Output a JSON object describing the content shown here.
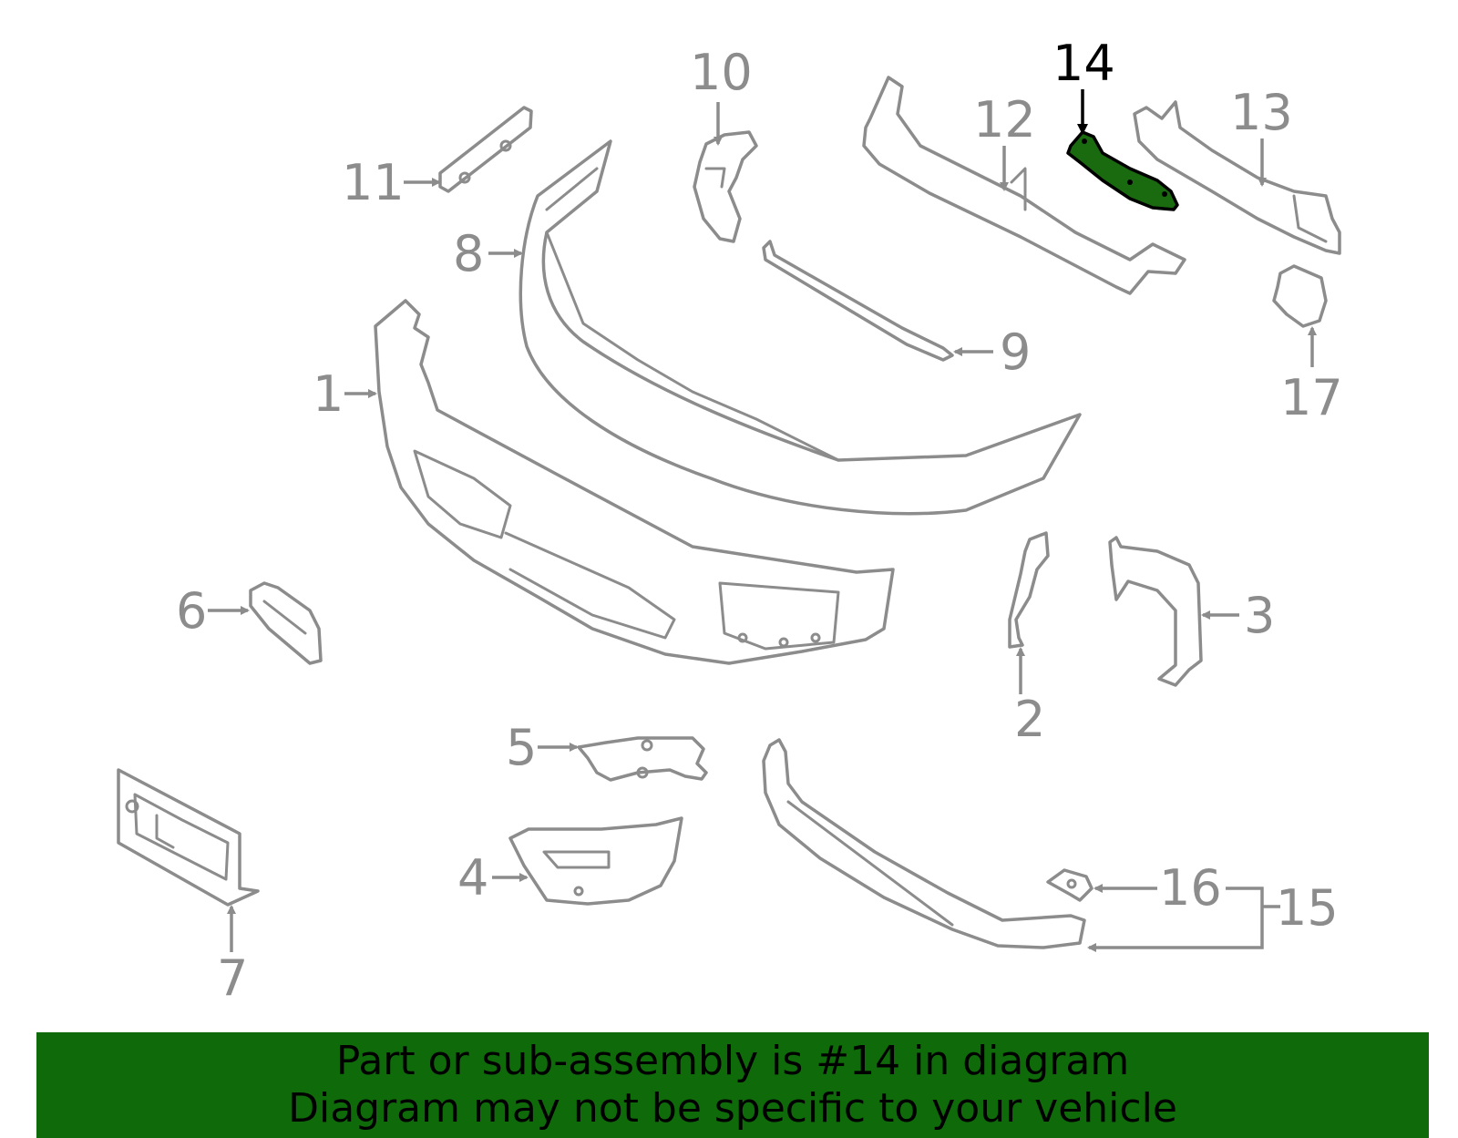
{
  "diagram": {
    "selected_callout": "14",
    "highlight_color": "#1a6b10",
    "part_line_color": "#8c8c8c",
    "callouts": [
      {
        "id": "1",
        "label": "1"
      },
      {
        "id": "2",
        "label": "2"
      },
      {
        "id": "3",
        "label": "3"
      },
      {
        "id": "4",
        "label": "4"
      },
      {
        "id": "5",
        "label": "5"
      },
      {
        "id": "6",
        "label": "6"
      },
      {
        "id": "7",
        "label": "7"
      },
      {
        "id": "8",
        "label": "8"
      },
      {
        "id": "9",
        "label": "9"
      },
      {
        "id": "10",
        "label": "10"
      },
      {
        "id": "11",
        "label": "11"
      },
      {
        "id": "12",
        "label": "12"
      },
      {
        "id": "13",
        "label": "13"
      },
      {
        "id": "14",
        "label": "14"
      },
      {
        "id": "15",
        "label": "15"
      },
      {
        "id": "16",
        "label": "16"
      },
      {
        "id": "17",
        "label": "17"
      }
    ]
  },
  "banner": {
    "line1": "Part or sub-assembly is #14 in diagram",
    "line2": "Diagram may not be specific to your vehicle",
    "background": "#0f6b0a"
  }
}
